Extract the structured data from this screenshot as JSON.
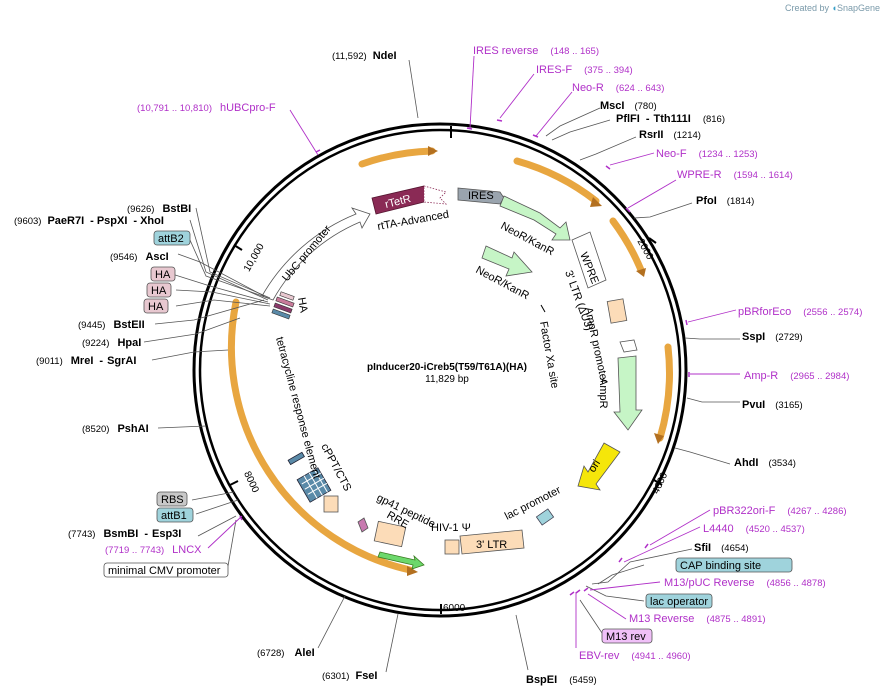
{
  "credit": {
    "created_by": "Created by",
    "brand": "SnapGene"
  },
  "plasmid": {
    "name": "pInducer20-iCreb5(T59/T61A)(HA)",
    "length": "11,829 bp"
  },
  "ticks": {
    "t2000": "2000",
    "t4000": "4000",
    "t6000": "6000",
    "t8000": "8000",
    "t10000": "10,000"
  },
  "enzymes": [
    {
      "pos": "(11,592)",
      "name": "NdeI"
    },
    {
      "pos": "(780)",
      "name": "MscI"
    },
    {
      "name": "PflFI",
      "sep": "-",
      "name2": "Tth111I",
      "pos": "(816)"
    },
    {
      "name": "RsrII",
      "pos": "(1214)"
    },
    {
      "name": "PfoI",
      "pos": "(1814)"
    },
    {
      "name": "SspI",
      "pos": "(2729)"
    },
    {
      "name": "PvuI",
      "pos": "(3165)"
    },
    {
      "name": "AhdI",
      "pos": "(3534)"
    },
    {
      "name": "SfiI",
      "pos": "(4654)"
    },
    {
      "name": "BspEI",
      "pos": "(5459)"
    },
    {
      "pos": "(6301)",
      "name": "FseI"
    },
    {
      "pos": "(6728)",
      "name": "AleI"
    },
    {
      "pos": "(7743)",
      "name": "BsmBI",
      "sep": "-",
      "name2": "Esp3I"
    },
    {
      "pos": "(8520)",
      "name": "PshAI"
    },
    {
      "pos": "(9011)",
      "name": "MreI",
      "sep": "-",
      "name2": "SgrAI"
    },
    {
      "pos": "(9224)",
      "name": "HpaI"
    },
    {
      "pos": "(9445)",
      "name": "BstEII"
    },
    {
      "pos": "(9546)",
      "name": "AscI"
    },
    {
      "pos": "(9603)",
      "name": "PaeR7I",
      "sep": "-",
      "name2": "PspXI",
      "sep2": "-",
      "name3": "XhoI"
    },
    {
      "pos": "(9626)",
      "name": "BstBI"
    }
  ],
  "primers": [
    {
      "name": "IRES reverse",
      "pos": "(148 .. 165)"
    },
    {
      "name": "IRES-F",
      "pos": "(375 .. 394)"
    },
    {
      "name": "Neo-R",
      "pos": "(624 .. 643)"
    },
    {
      "name": "Neo-F",
      "pos": "(1234 .. 1253)"
    },
    {
      "name": "WPRE-R",
      "pos": "(1594 .. 1614)"
    },
    {
      "name": "pBRforEco",
      "pos": "(2556 .. 2574)"
    },
    {
      "name": "Amp-R",
      "pos": "(2965 .. 2984)"
    },
    {
      "name": "pBR322ori-F",
      "pos": "(4267 .. 4286)"
    },
    {
      "name": "L4440",
      "pos": "(4520 .. 4537)"
    },
    {
      "name": "M13/pUC Reverse",
      "pos": "(4856 .. 4878)"
    },
    {
      "name": "M13 Reverse",
      "pos": "(4875 .. 4891)"
    },
    {
      "name": "EBV-rev",
      "pos": "(4941 .. 4960)"
    },
    {
      "name": "hUBCpro-F",
      "pos": "(10,791 .. 10,810)"
    },
    {
      "name": "LNCX",
      "pos": "(7719 .. 7743)"
    }
  ],
  "boxed_labels": {
    "cap": "CAP binding site",
    "lacop": "lac operator",
    "m13rev": "M13 rev",
    "rbs": "RBS",
    "attb1": "attB1",
    "attb2": "attB2",
    "ha1": "HA",
    "ha2": "HA",
    "ha3": "HA",
    "mincmv": "minimal CMV promoter"
  },
  "features": {
    "ires": "IRES",
    "neor1": "NeoR/KanR",
    "neor2": "NeoR/KanR",
    "wpre": "WPRE",
    "ltr3u3": "3' LTR (ΔU3)",
    "ampprom": "AmpR promoter",
    "ampr": "AmpR",
    "ori": "ori",
    "lacprom": "lac promoter",
    "ltr3": "3' LTR",
    "hiv": "HIV-1 Ψ",
    "rre": "RRE",
    "gp41": "gp41 peptide",
    "cppt": "cPPT/CTS",
    "tre": "tetracycline response element",
    "ubc": "UbC promoter",
    "rtta": "rtTA-Advanced",
    "rtetr": "rTetR",
    "ha": "HA",
    "factorxa": "Factor Xa site"
  },
  "colors": {
    "backbone": "#000000",
    "orange": "#e8a640",
    "primer": "#b030c8",
    "green": "#c6f5c6",
    "ori": "#f5e60a",
    "rtetr": "#8a2a55",
    "ltr": "#fcdcb8",
    "cap": "#9fd3dc",
    "ha": "#e8c8d0",
    "m13rev": "#f0c0f8"
  }
}
